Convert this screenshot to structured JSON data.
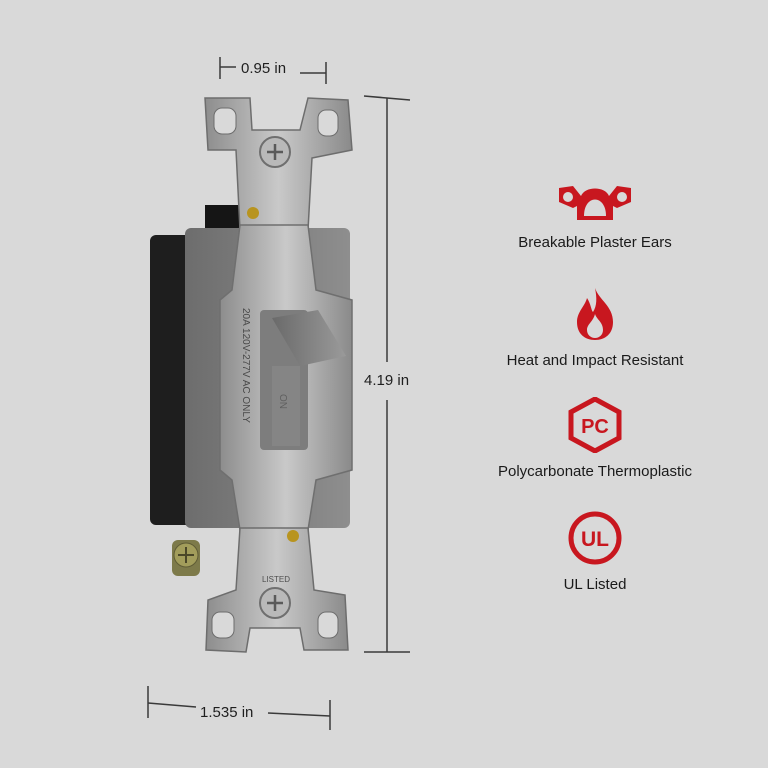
{
  "dimensions": {
    "top_width": "0.95 in",
    "height": "4.19 in",
    "bottom_width": "1.535 in"
  },
  "device_markings": {
    "rating": "20A 120V-277V AC ONLY",
    "toggle_on": "ON",
    "listed": "LISTED"
  },
  "features": [
    {
      "icon": "plaster-ears-icon",
      "label": "Breakable Plaster Ears"
    },
    {
      "icon": "flame-icon",
      "label": "Heat and Impact Resistant"
    },
    {
      "icon": "pc-hexagon-icon",
      "label": "Polycarbonate Thermoplastic",
      "icon_text": "PC"
    },
    {
      "icon": "ul-circle-icon",
      "label": "UL Listed",
      "icon_text": "UL"
    }
  ],
  "colors": {
    "background": "#d9d9d9",
    "accent_red": "#c8171f",
    "dimension_line": "#3a3a3a"
  }
}
